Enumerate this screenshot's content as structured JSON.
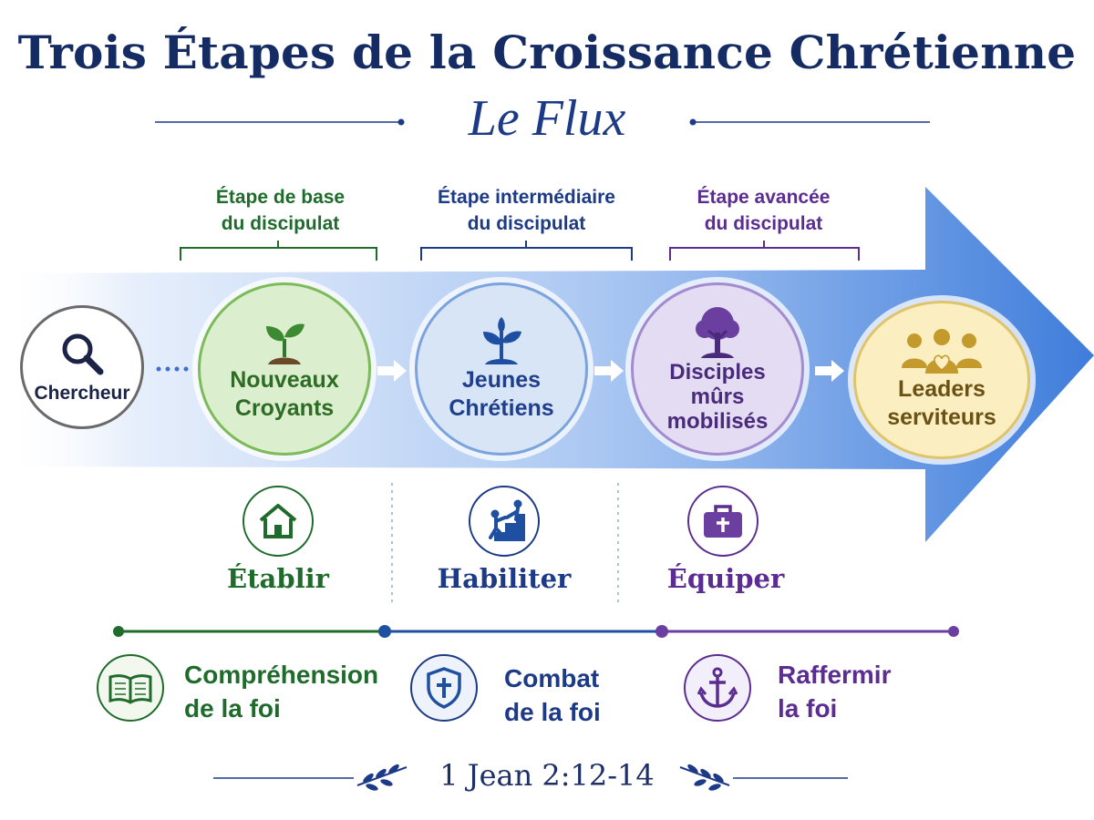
{
  "title": "Trois Étapes de la Croissance Chrétienne",
  "subtitle": "Le Flux",
  "stage_labels": [
    {
      "line1": "Étape de base",
      "line2": "du discipulat",
      "color": "#1f6b2b"
    },
    {
      "line1": "Étape intermédiaire",
      "line2": "du discipulat",
      "color": "#1c3a86"
    },
    {
      "line1": "Étape avancée",
      "line2": "du discipulat",
      "color": "#5b2c91"
    }
  ],
  "seeker": {
    "label": "Chercheur",
    "icon": "magnifier-icon"
  },
  "circles": [
    {
      "line1": "Nouveaux",
      "line2": "Croyants",
      "line3": "",
      "icon": "sprout-icon",
      "color": "#2e6b24"
    },
    {
      "line1": "Jeunes",
      "line2": "Chrétiens",
      "line3": "",
      "icon": "young-plant-icon",
      "color": "#1f3f8c"
    },
    {
      "line1": "Disciples",
      "line2": "mûrs",
      "line3": "mobilisés",
      "icon": "tree-icon",
      "color": "#4a2a7a"
    },
    {
      "line1": "Leaders",
      "line2": "serviteurs",
      "line3": "",
      "icon": "people-heart-icon",
      "color": "#6b5214"
    }
  ],
  "actions": [
    {
      "label": "Établir",
      "icon": "house-icon",
      "color": "#1f6b2b"
    },
    {
      "label": "Habiliter",
      "icon": "helping-hand-stairs-icon",
      "color": "#1c3a86"
    },
    {
      "label": "Équiper",
      "icon": "toolbox-cross-icon",
      "color": "#5b2c91"
    }
  ],
  "faith_stages": [
    {
      "line1": "Compréhension",
      "line2": "de la foi",
      "icon": "open-book-icon",
      "color": "#1f6b2b"
    },
    {
      "line1": "Combat",
      "line2": "de la foi",
      "icon": "shield-cross-icon",
      "color": "#1c3a86"
    },
    {
      "line1": "Raffermir",
      "line2": "la foi",
      "icon": "anchor-icon",
      "color": "#5b2c91"
    }
  ],
  "verse": "1 Jean 2:12-14",
  "colors": {
    "navy": "#152b63",
    "green": "#1f6b2b",
    "blue": "#1c3a86",
    "purple": "#5b2c91",
    "gold": "#c49a2c",
    "arrow": "#4a85de"
  }
}
